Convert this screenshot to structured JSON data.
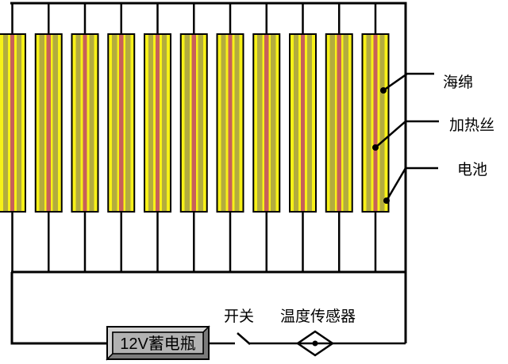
{
  "diagram": {
    "description": "battery pack heating circuit schematic",
    "cells": {
      "count": 11
    },
    "labels": {
      "sponge": "海绵",
      "heating_wire": "加热丝",
      "battery_cell": "电池",
      "switch": "开关",
      "temperature_sensor": "温度传感器",
      "battery_12v": "12V蓄电瓶"
    },
    "colors": {
      "background": "#FFFFFF",
      "wire": "#000000",
      "sponge_yellow": "#F7F118",
      "sponge_olive": "#B3AC3E",
      "heating_wire_red": "#C7605A",
      "battery_frame_light": "#D3D3D3",
      "battery_frame_dark": "#7B7B7B",
      "battery_face": "#B2B2B2",
      "battery_text_color": "#2E2E2E",
      "sensor_fill": "#FFFFFF"
    }
  }
}
